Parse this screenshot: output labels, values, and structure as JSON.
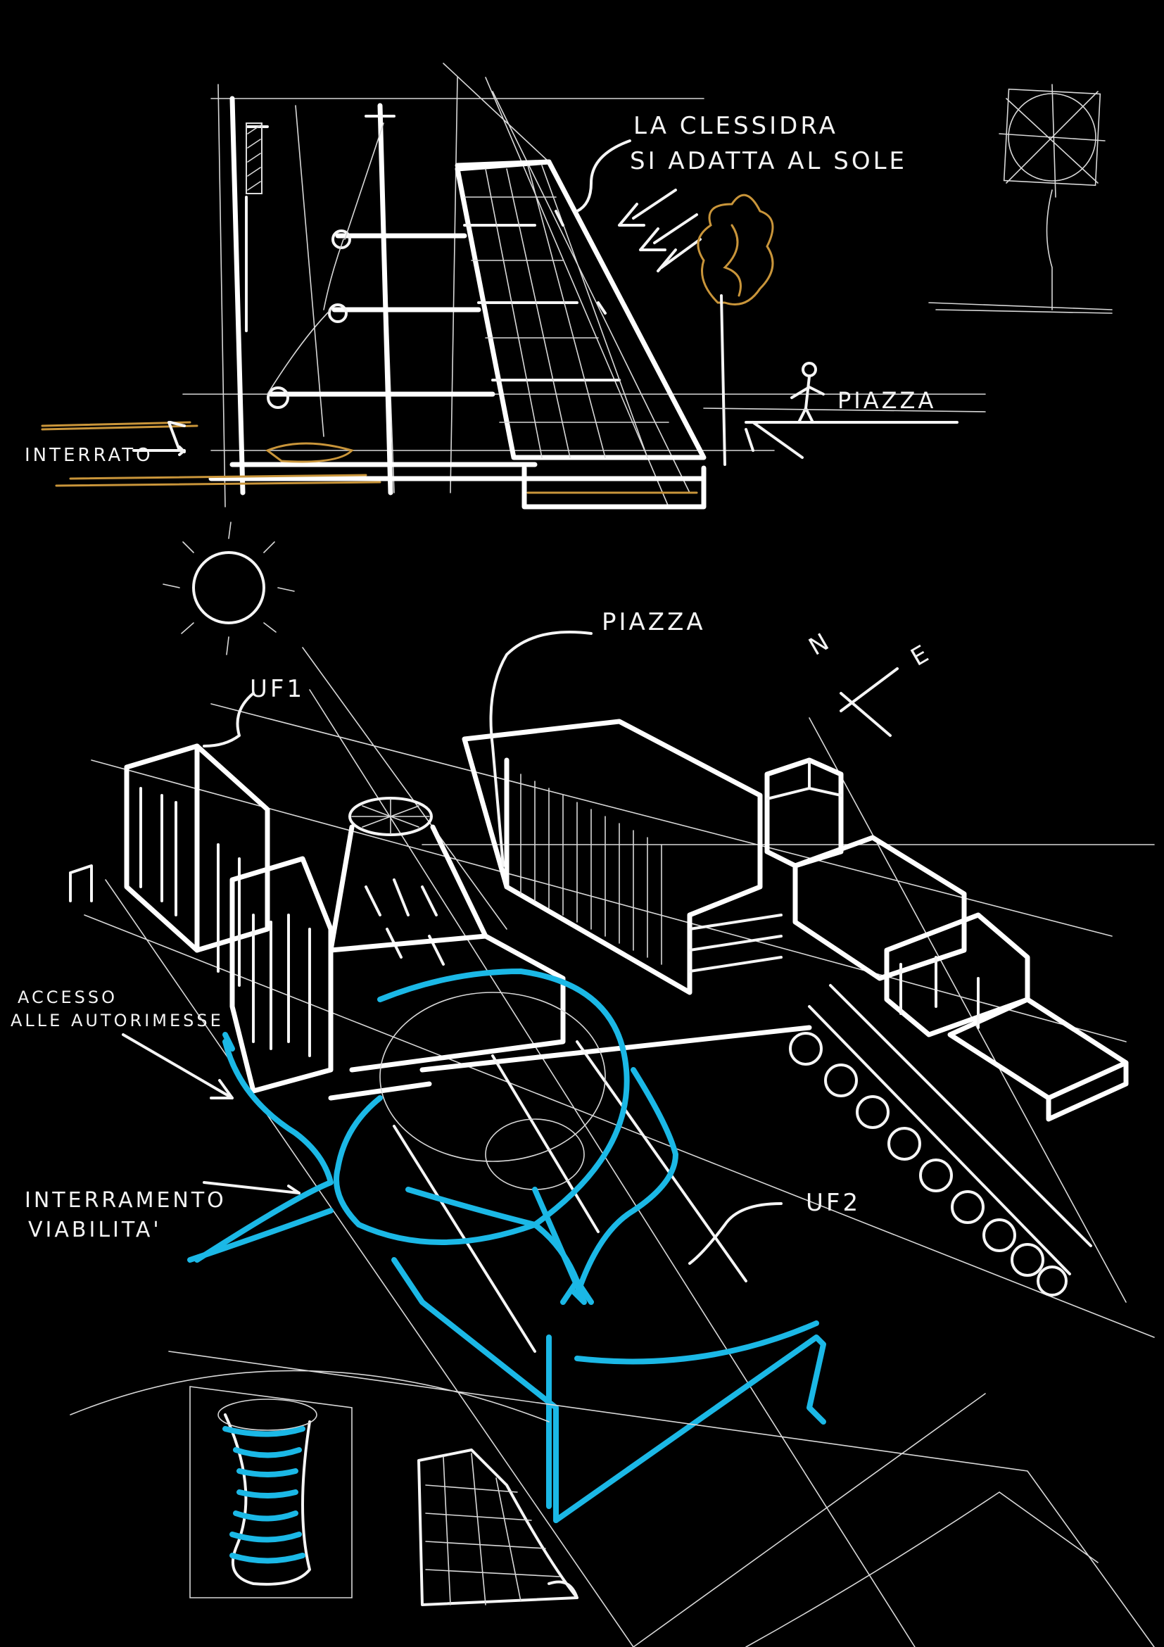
{
  "labels": {
    "clessidra_line1": "LA CLESSIDRA",
    "clessidra_line2": "SI ADATTA AL SOLE",
    "piazza_section": "PIAZZA",
    "interrato": "INTERRATO",
    "piazza_plan": "PIAZZA",
    "uf1": "UF1",
    "accesso_line1": "ACCESSO",
    "accesso_line2": "ALLE AUTORIMESSE",
    "interramento_line1": "INTERRAMENTO",
    "interramento_line2": "VIABILITA'",
    "uf2": "UF2",
    "north": "N",
    "east": "E"
  },
  "colors": {
    "background": "#000000",
    "chalk": "#f2f2f2",
    "cyan": "#1bb8e6",
    "ochre": "#c9953a"
  },
  "icons": [
    "sun-icon",
    "compass-icon",
    "tree-icon",
    "person-icon"
  ]
}
